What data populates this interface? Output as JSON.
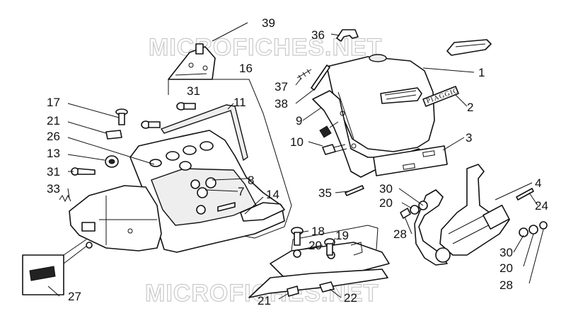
{
  "watermark": {
    "text": "MICROFICHES.NET"
  },
  "brand_label": "PIAGGIO",
  "callouts": {
    "c1": "1",
    "c2": "2",
    "c3": "3",
    "c4": "4",
    "c7": "7",
    "c8": "8",
    "c9": "9",
    "c10": "10",
    "c11": "11",
    "c13": "13",
    "c14": "14",
    "c16": "16",
    "c17": "17",
    "c18": "18",
    "c19": "19",
    "c20a": "20",
    "c20b": "20",
    "c20c": "20",
    "c21a": "21",
    "c21b": "21",
    "c22": "22",
    "c24": "24",
    "c26": "26",
    "c27": "27",
    "c28a": "28",
    "c28b": "28",
    "c30a": "30",
    "c30b": "30",
    "c31a": "31",
    "c31b": "31",
    "c33": "33",
    "c35": "35",
    "c36": "36",
    "c37": "37",
    "c38": "38",
    "c39": "39"
  }
}
